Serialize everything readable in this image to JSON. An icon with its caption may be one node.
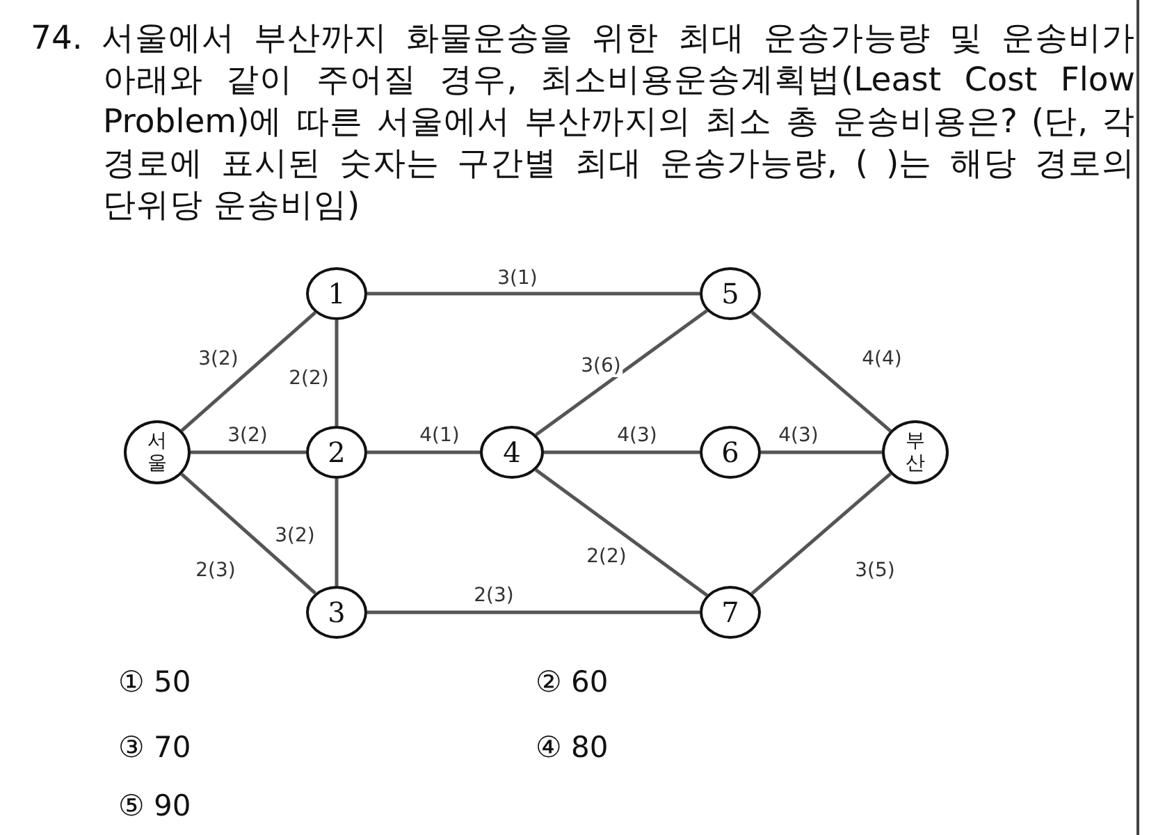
{
  "diagram": {
    "title": "74. 서울에서 부산까지 화물운송을 위한 최대 운송가능량 및 운송비가 아래와 같이 주어질 경우, 최소비용운송계획법(Least Cost Flow Problem)에 따른 서울에서 부산까지의 최소 총 운송비용은? (단, 각 경로에 표시된 숫자는 구간별 최대 운송가능량, ( )는 해당 경로의 단위당 운송비임)",
    "nodes": [
      {
        "text": [
          "서울"
        ]
      },
      {
        "text": [
          "1"
        ]
      },
      {
        "text": [
          "2"
        ]
      },
      {
        "text": [
          "3"
        ]
      },
      {
        "text": [
          "4"
        ]
      },
      {
        "text": [
          "5"
        ]
      },
      {
        "text": [
          "6"
        ]
      },
      {
        "text": [
          "7"
        ]
      },
      {
        "text": [
          "부산"
        ]
      }
    ],
    "edges": [
      {
        "from": 0,
        "to": 1,
        "arrow": "none",
        "label": "3(2)"
      },
      {
        "from": 1,
        "to": 2,
        "arrow": "none",
        "label": "2(2)"
      },
      {
        "from": 0,
        "to": 2,
        "arrow": "none",
        "label": "3(2)"
      },
      {
        "from": 0,
        "to": 3,
        "arrow": "none",
        "label": "2(3)"
      },
      {
        "from": 2,
        "to": 3,
        "arrow": "none",
        "label": "3(2)"
      },
      {
        "from": 1,
        "to": 5,
        "arrow": "none",
        "label": "3(1)"
      },
      {
        "from": 2,
        "to": 4,
        "arrow": "none",
        "label": "4(1)"
      },
      {
        "from": 3,
        "to": 7,
        "arrow": "none",
        "label": "2(3)"
      },
      {
        "from": 4,
        "to": 5,
        "arrow": "none",
        "label": "3(6)"
      },
      {
        "from": 4,
        "to": 6,
        "arrow": "none",
        "label": "4(3)"
      },
      {
        "from": 4,
        "to": 7,
        "arrow": "none",
        "label": "2(2)"
      },
      {
        "from": 5,
        "to": 8,
        "arrow": "none",
        "label": "4(4)"
      },
      {
        "from": 6,
        "to": 8,
        "arrow": "none",
        "label": "4(3)"
      },
      {
        "from": 7,
        "to": 8,
        "arrow": "none",
        "label": "3(5)"
      }
    ],
    "labels": [
      "① 50",
      "② 60",
      "③ 70",
      "④ 80",
      "⑤ 90"
    ]
  }
}
